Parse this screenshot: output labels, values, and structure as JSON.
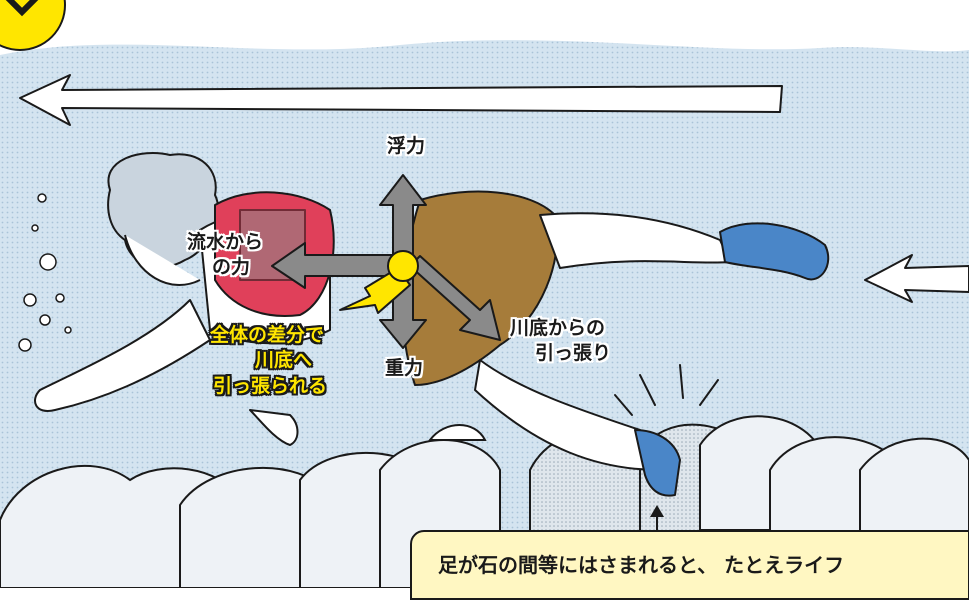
{
  "labels": {
    "buoyancy": "浮力",
    "current_force_line1": "流水から",
    "current_force_line2": "の力",
    "gravity": "重力",
    "riverbed_pull_line1": "川底からの",
    "riverbed_pull_line2": "引っ張り",
    "net_line1": "全体の差分で",
    "net_line2": "川底へ",
    "net_line3": "引っ張られる"
  },
  "caption": {
    "text": "足が石の間等にはさまれると、 たとえライフ"
  },
  "colors": {
    "water": "#cfe1ee",
    "arrow_gray": "#8a8a8a",
    "resultant": "#ffe600",
    "vest": "#e0405a",
    "shorts": "#a67c3a",
    "sandal": "#4a86c8",
    "rock": "#dde6ee",
    "caption_bg": "#fff7c2"
  }
}
